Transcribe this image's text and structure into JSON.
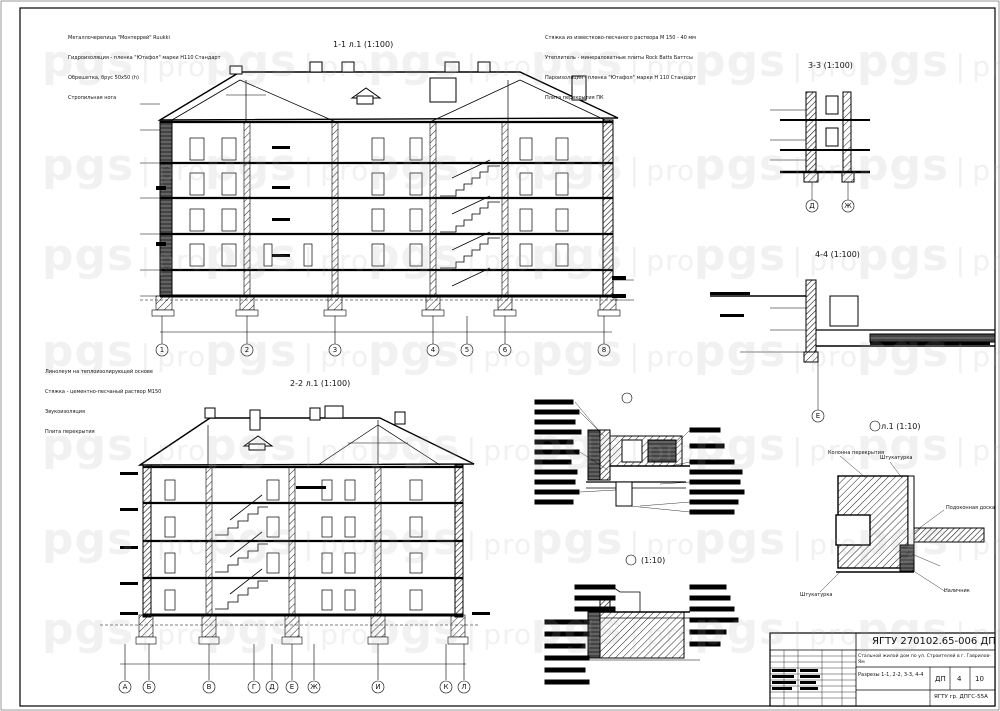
{
  "titles": {
    "s11": "1-1 л.1 (1:100)",
    "s22": "2-2 л.1 (1:100)",
    "s33": "3-3 (1:100)",
    "s44": "4-4 (1:100)",
    "d1": "(1:10)",
    "d2": "(1:10)",
    "d3": "л.1 (1:10)"
  },
  "notes": {
    "top_left": [
      "Металлочерепица \"Монтеррей\" Ruukki",
      "Гидроизоляция - пленка \"Ютафол\" марки Н110 Стандарт",
      "Обрешетка, брус 50x50 (h)",
      "Стропильная нога"
    ],
    "top_right": [
      "Стяжка из известково-песчаного раствора М 150 - 40 мм",
      "Утеплитель - минераловатные плиты Rock Batts Баттсы",
      "Пароизоляция - пленка \"Ютафол\" марки Н 110 Стандарт",
      "Плита перекрытия ПК"
    ],
    "mid_left": [
      "Линолеум на теплоизолирующей основе",
      "Стяжка - цементно-песчаный раствор М150",
      "Звукоизоляция",
      "Плита перекрытия"
    ]
  },
  "axes_1": [
    "1",
    "2",
    "3",
    "4",
    "5",
    "6",
    "8"
  ],
  "axes_2": [
    "А",
    "Б",
    "В",
    "Г",
    "Д",
    "Е",
    "Ж",
    "И",
    "К",
    "Л"
  ],
  "axes_33": [
    "Д",
    "Ж"
  ],
  "axes_44": [
    "Е"
  ],
  "detail_labels": {
    "d3_1": "Колонна перекрытия",
    "d3_2": "Штукатурка",
    "d3_3": "Подоконная доска",
    "d3_4": "Штукатурка",
    "d3_5": "Наличник"
  },
  "title_block": {
    "code": "ЯГТУ 270102.65-006 ДП",
    "project": "Стальной жилой дом по ул. Строителей в г. Гаврилов-Ям",
    "sheet_title": "Разрезы 1-1, 2-2, 3-3, 4-4",
    "stage_label": "ДП",
    "sheet_no": "4",
    "sheets_total": "10",
    "org": "ЯГТУ гр. ДПГС-55А"
  },
  "watermark": {
    "text": "pgs",
    "sep": "|",
    "suffix": "pro"
  }
}
